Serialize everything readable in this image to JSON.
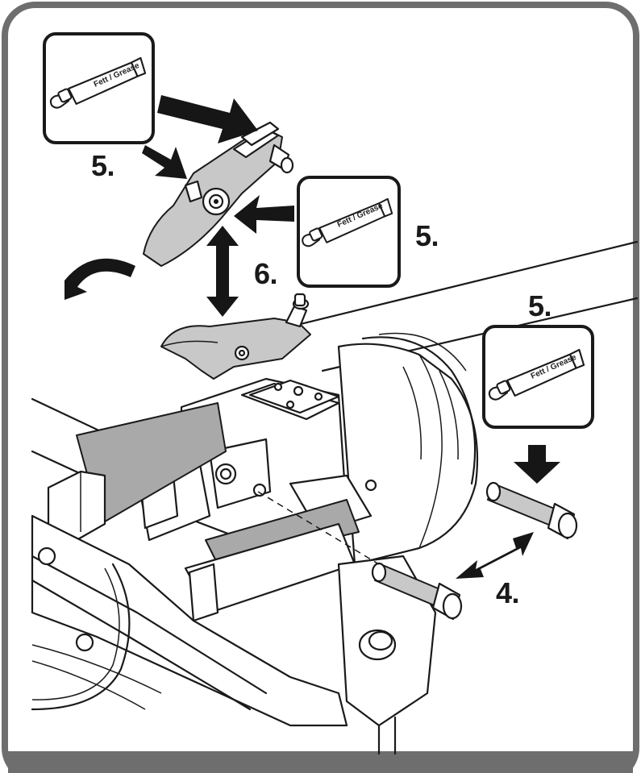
{
  "labels": {
    "step5_topleft": "5.",
    "step5_mid": "5.",
    "step5_right": "5.",
    "step6": "6.",
    "step4": "4."
  },
  "grease_tube_text": "Fett / Grease",
  "colors": {
    "frame": "#6e6e6e",
    "ink": "#1a1a1a",
    "shim": "#a9a9a9",
    "bottom_bar": "#6e6e6e"
  },
  "icons": [
    "grease-tube-icon",
    "arrow-icon",
    "double-arrow-icon",
    "rotate-arrow-icon"
  ]
}
